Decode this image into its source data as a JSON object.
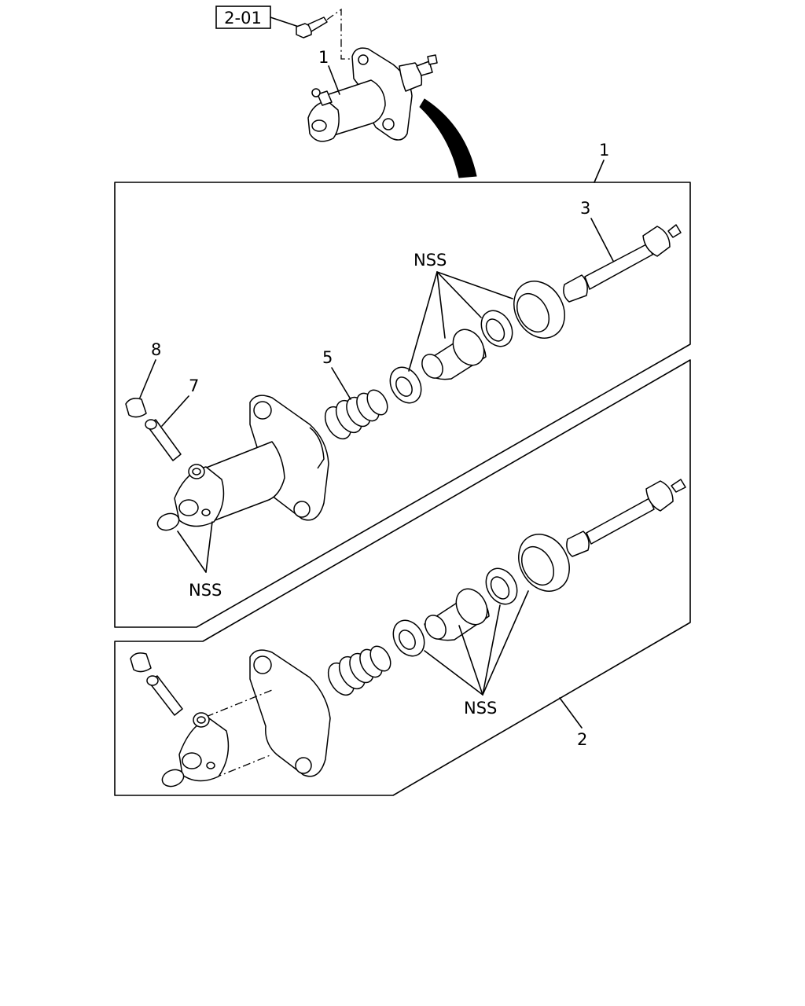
{
  "ref_box": "2-01",
  "callouts": {
    "assembly_top": "1",
    "assembly_kit": "1",
    "kit_2": "2",
    "push_rod": "3",
    "spring": "5",
    "bleeder": "7",
    "cap": "8"
  },
  "nss": {
    "upper_seals": "NSS",
    "left_plug": "NSS",
    "lower_seals": "NSS"
  }
}
